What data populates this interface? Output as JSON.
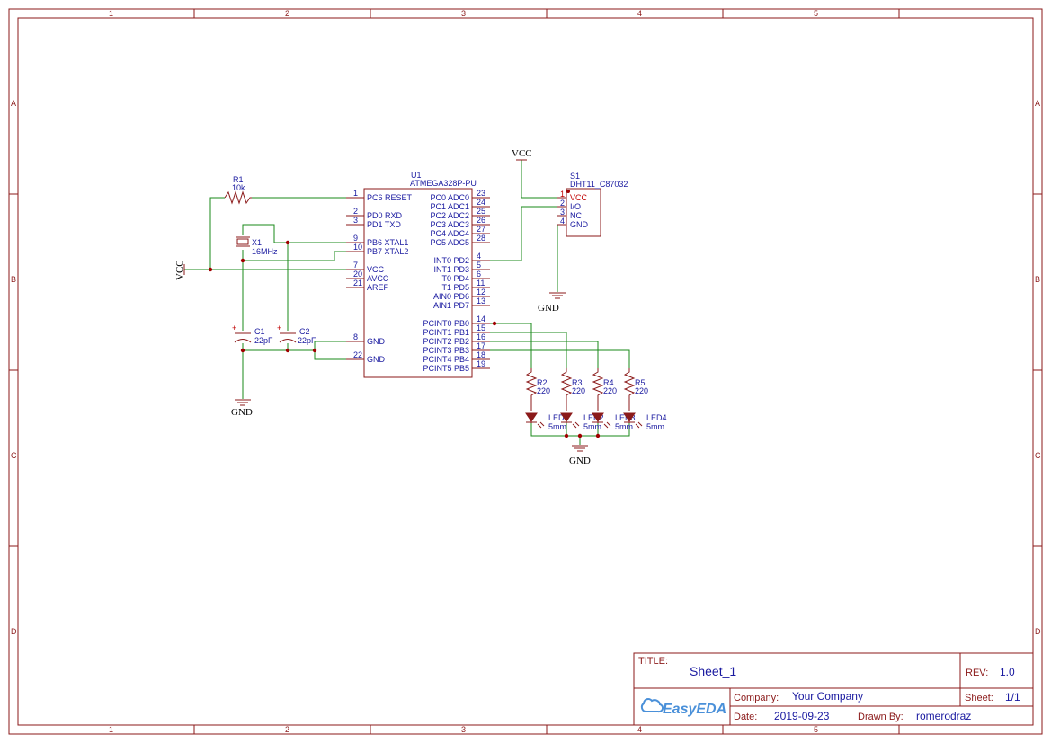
{
  "sheet": {
    "col_labels": [
      "1",
      "2",
      "3",
      "4",
      "5"
    ],
    "row_labels": [
      "A",
      "B",
      "C",
      "D"
    ]
  },
  "net_labels": {
    "vcc_left": "VCC",
    "vcc_top": "VCC",
    "gnd_sensor": "GND",
    "gnd_caps": "GND",
    "gnd_leds": "GND"
  },
  "u1": {
    "designator": "U1",
    "part": "ATMEGA328P-PU",
    "left_pins": [
      {
        "num": "1",
        "name": "PC6 RESET"
      },
      {
        "num": "2",
        "name": "PD0 RXD"
      },
      {
        "num": "3",
        "name": "PD1 TXD"
      },
      {
        "num": "9",
        "name": "PB6 XTAL1"
      },
      {
        "num": "10",
        "name": "PB7 XTAL2"
      },
      {
        "num": "7",
        "name": "VCC"
      },
      {
        "num": "20",
        "name": "AVCC"
      },
      {
        "num": "21",
        "name": "AREF"
      },
      {
        "num": "8",
        "name": "GND"
      },
      {
        "num": "22",
        "name": "GND"
      }
    ],
    "right_pins": [
      {
        "num": "23",
        "name": "PC0 ADC0"
      },
      {
        "num": "24",
        "name": "PC1 ADC1"
      },
      {
        "num": "25",
        "name": "PC2 ADC2"
      },
      {
        "num": "26",
        "name": "PC3 ADC3"
      },
      {
        "num": "27",
        "name": "PC4 ADC4"
      },
      {
        "num": "28",
        "name": "PC5 ADC5"
      },
      {
        "num": "4",
        "name": "INT0 PD2"
      },
      {
        "num": "5",
        "name": "INT1 PD3"
      },
      {
        "num": "6",
        "name": "T0 PD4"
      },
      {
        "num": "11",
        "name": "T1 PD5"
      },
      {
        "num": "12",
        "name": "AIN0 PD6"
      },
      {
        "num": "13",
        "name": "AIN1 PD7"
      },
      {
        "num": "14",
        "name": "PCINT0 PB0"
      },
      {
        "num": "15",
        "name": "PCINT1 PB1"
      },
      {
        "num": "16",
        "name": "PCINT2 PB2"
      },
      {
        "num": "17",
        "name": "PCINT3 PB3"
      },
      {
        "num": "18",
        "name": "PCINT4 PB4"
      },
      {
        "num": "19",
        "name": "PCINT5 PB5"
      }
    ]
  },
  "s1": {
    "designator": "S1",
    "part": "DHT11_C87032",
    "pins": [
      {
        "num": "1",
        "name": "VCC"
      },
      {
        "num": "2",
        "name": "I/O"
      },
      {
        "num": "3",
        "name": "NC"
      },
      {
        "num": "4",
        "name": "GND"
      }
    ]
  },
  "r1": {
    "designator": "R1",
    "value": "10k"
  },
  "x1": {
    "designator": "X1",
    "value": "16MHz"
  },
  "c1": {
    "designator": "C1",
    "value": "22pF"
  },
  "c2": {
    "designator": "C2",
    "value": "22pF"
  },
  "resistors": [
    {
      "designator": "R2",
      "value": "220"
    },
    {
      "designator": "R3",
      "value": "220"
    },
    {
      "designator": "R4",
      "value": "220"
    },
    {
      "designator": "R5",
      "value": "220"
    }
  ],
  "leds": [
    {
      "designator": "LED1",
      "value": "5mm"
    },
    {
      "designator": "LED2",
      "value": "5mm"
    },
    {
      "designator": "LED3",
      "value": "5mm"
    },
    {
      "designator": "LED4",
      "value": "5mm"
    }
  ],
  "title_block": {
    "title_label": "TITLE:",
    "title": "Sheet_1",
    "rev_label": "REV:",
    "rev": "1.0",
    "company_label": "Company:",
    "company": "Your Company",
    "sheet_label": "Sheet:",
    "sheet": "1/1",
    "date_label": "Date:",
    "date": "2019-09-23",
    "drawn_label": "Drawn By:",
    "drawn_by": "romerodraz",
    "logo": "EasyEDA"
  }
}
